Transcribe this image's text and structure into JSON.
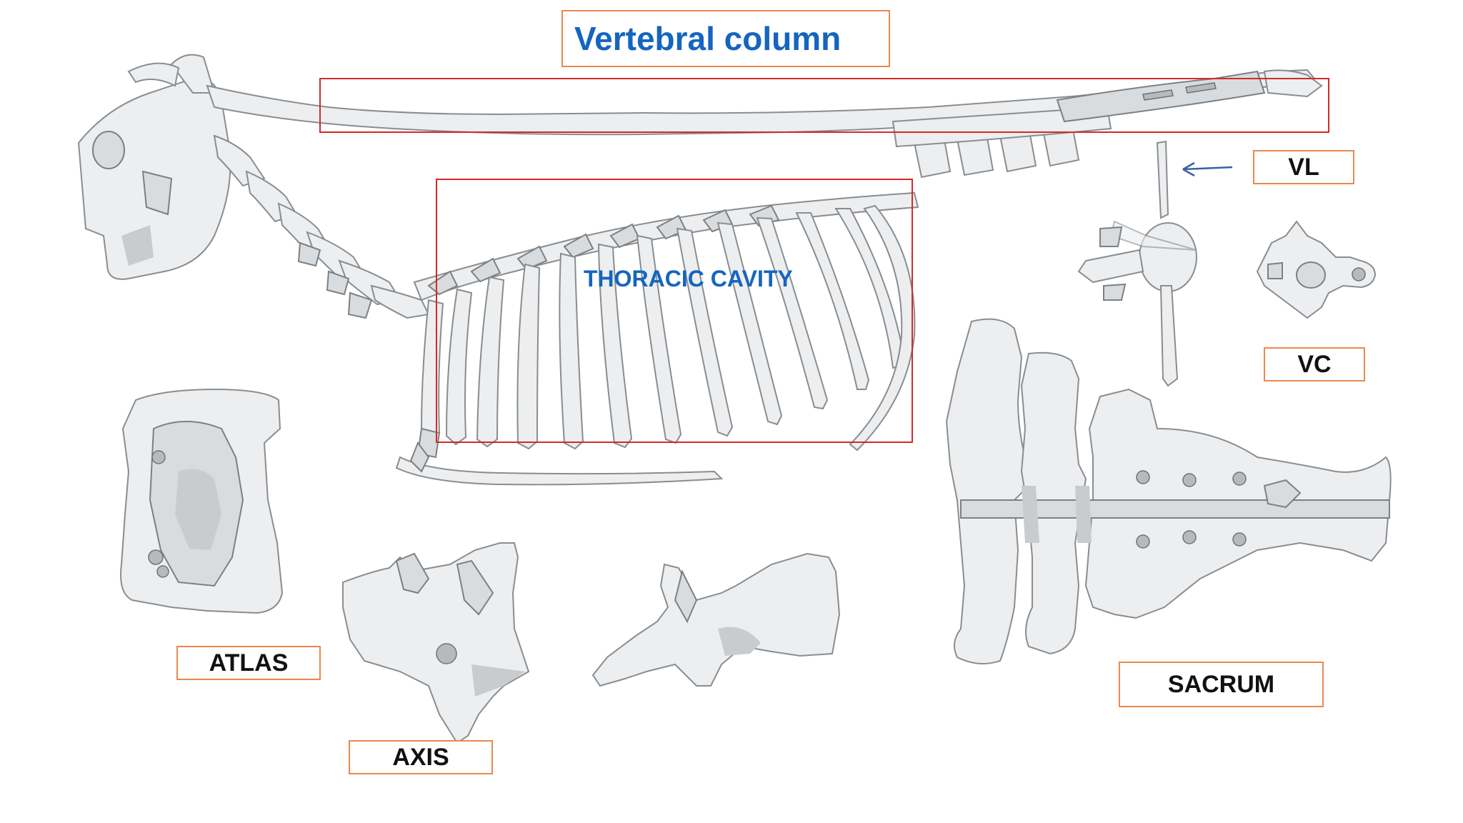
{
  "title": "Vertebral column",
  "cavity_label": "THORACIC CAVITY",
  "labels": {
    "vl": "VL",
    "vc": "VC",
    "atlas": "ATLAS",
    "axis": "AXIS",
    "sacrum": "SACRUM"
  },
  "colors": {
    "title_text": "#1565c0",
    "cavity_text": "#1565c0",
    "label_border": "#e88a4c",
    "highlight_border": "#d42a2a",
    "arrow": "#3b5fa8"
  }
}
